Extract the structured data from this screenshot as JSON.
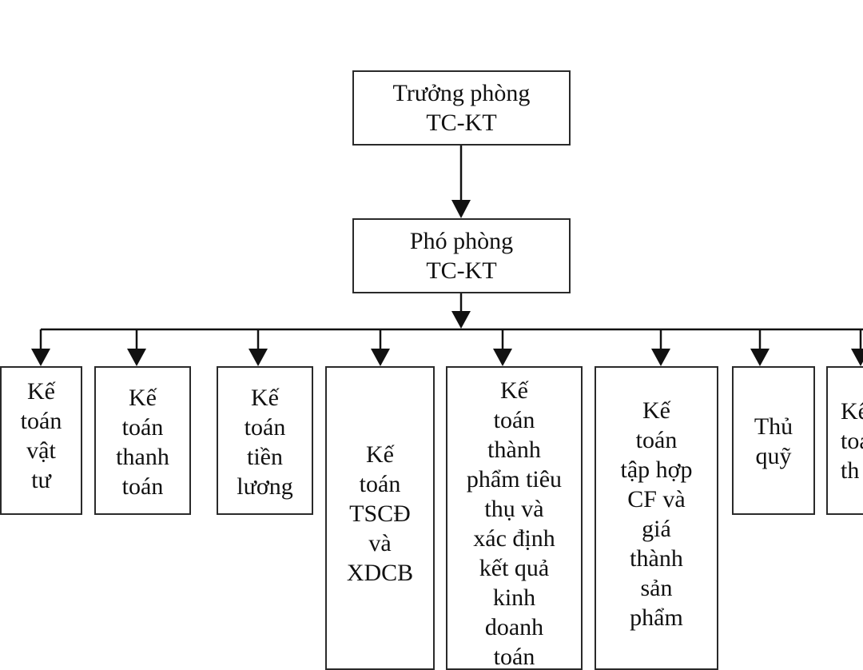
{
  "diagram": {
    "top": {
      "lines": [
        "Trưởng phòng",
        "TC-KT"
      ]
    },
    "deputy": {
      "lines": [
        "Phó phòng",
        "TC-KT"
      ]
    },
    "units": [
      {
        "lines": [
          "Kế",
          "toán",
          "vật",
          "tư"
        ]
      },
      {
        "lines": [
          "Kế",
          "toán",
          "thanh",
          "toán"
        ]
      },
      {
        "lines": [
          "Kế",
          "toán",
          "tiền",
          "lương"
        ]
      },
      {
        "lines": [
          "Kế",
          "toán",
          "TSCĐ",
          "và",
          "XDCB"
        ]
      },
      {
        "lines": [
          "Kế",
          "toán",
          "thành",
          "phẩm tiêu",
          "thụ và",
          "xác định",
          "kết quả",
          "kinh",
          "doanh",
          "toán"
        ]
      },
      {
        "lines": [
          "Kế",
          "toán",
          "tập hợp",
          "CF và",
          "giá",
          "thành",
          "sản",
          "phẩm"
        ]
      },
      {
        "lines": [
          "Thủ",
          "quỹ"
        ]
      },
      {
        "lines": [
          "Kế",
          "toán",
          "th"
        ]
      }
    ]
  },
  "colors": {
    "line": "#111111",
    "border": "#2a2a2a",
    "background": "#ffffff"
  }
}
